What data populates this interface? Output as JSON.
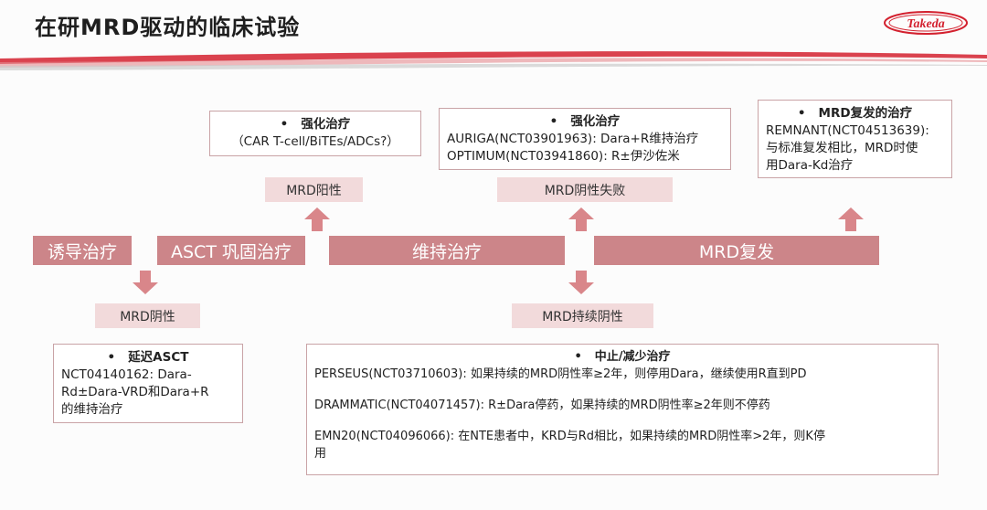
{
  "title": "在研MRD驱动的临床试验",
  "logo_text": "Takeda",
  "colors": {
    "bar": "#cc8589",
    "tag": "#f2dadb",
    "border": "#c9a3a6",
    "arrow": "#d9868a",
    "brand_red": "#d3212f"
  },
  "bullet": "•",
  "flow": {
    "induction": "诱导治疗",
    "asct": "ASCT 巩固治疗",
    "maintenance": "维持治疗",
    "relapse": "MRD复发"
  },
  "tags": {
    "mrd_negative": "MRD阴性",
    "mrd_positive": "MRD阳性",
    "mrd_negative_fail": "MRD阴性失败",
    "mrd_sustained_negative": "MRD持续阴性"
  },
  "boxes": {
    "intensify1": {
      "heading": "强化治疗",
      "lines": [
        "（CAR T-cell/BiTEs/ADCs?）"
      ]
    },
    "intensify2": {
      "heading": "强化治疗",
      "lines": [
        "AURIGA(NCT03901963): Dara+R维持治疗",
        "OPTIMUM(NCT03941860): R±伊沙佐米"
      ]
    },
    "relapse_tx": {
      "heading": "MRD复发的治疗",
      "lines": [
        "REMNANT(NCT04513639):",
        "与标准复发相比，MRD时使",
        "用Dara-Kd治疗"
      ]
    },
    "delay_asct": {
      "heading": "延迟ASCT",
      "lines": [
        "NCT04140162: Dara-",
        "Rd±Dara-VRD和Dara+R",
        "的维持治疗"
      ]
    },
    "stop_reduce": {
      "heading": "中止/减少治疗",
      "lines": [
        "PERSEUS(NCT03710603): 如果持续的MRD阴性率≥2年，则停用Dara，继续使用R直到PD",
        "DRAMMATIC(NCT04071457): R±Dara停药，如果持续的MRD阴性率≥2年则不停药",
        "EMN20(NCT04096066): 在NTE患者中，KRD与Rd相比，如果持续的MRD阴性率>2年，则K停",
        "用"
      ]
    }
  }
}
